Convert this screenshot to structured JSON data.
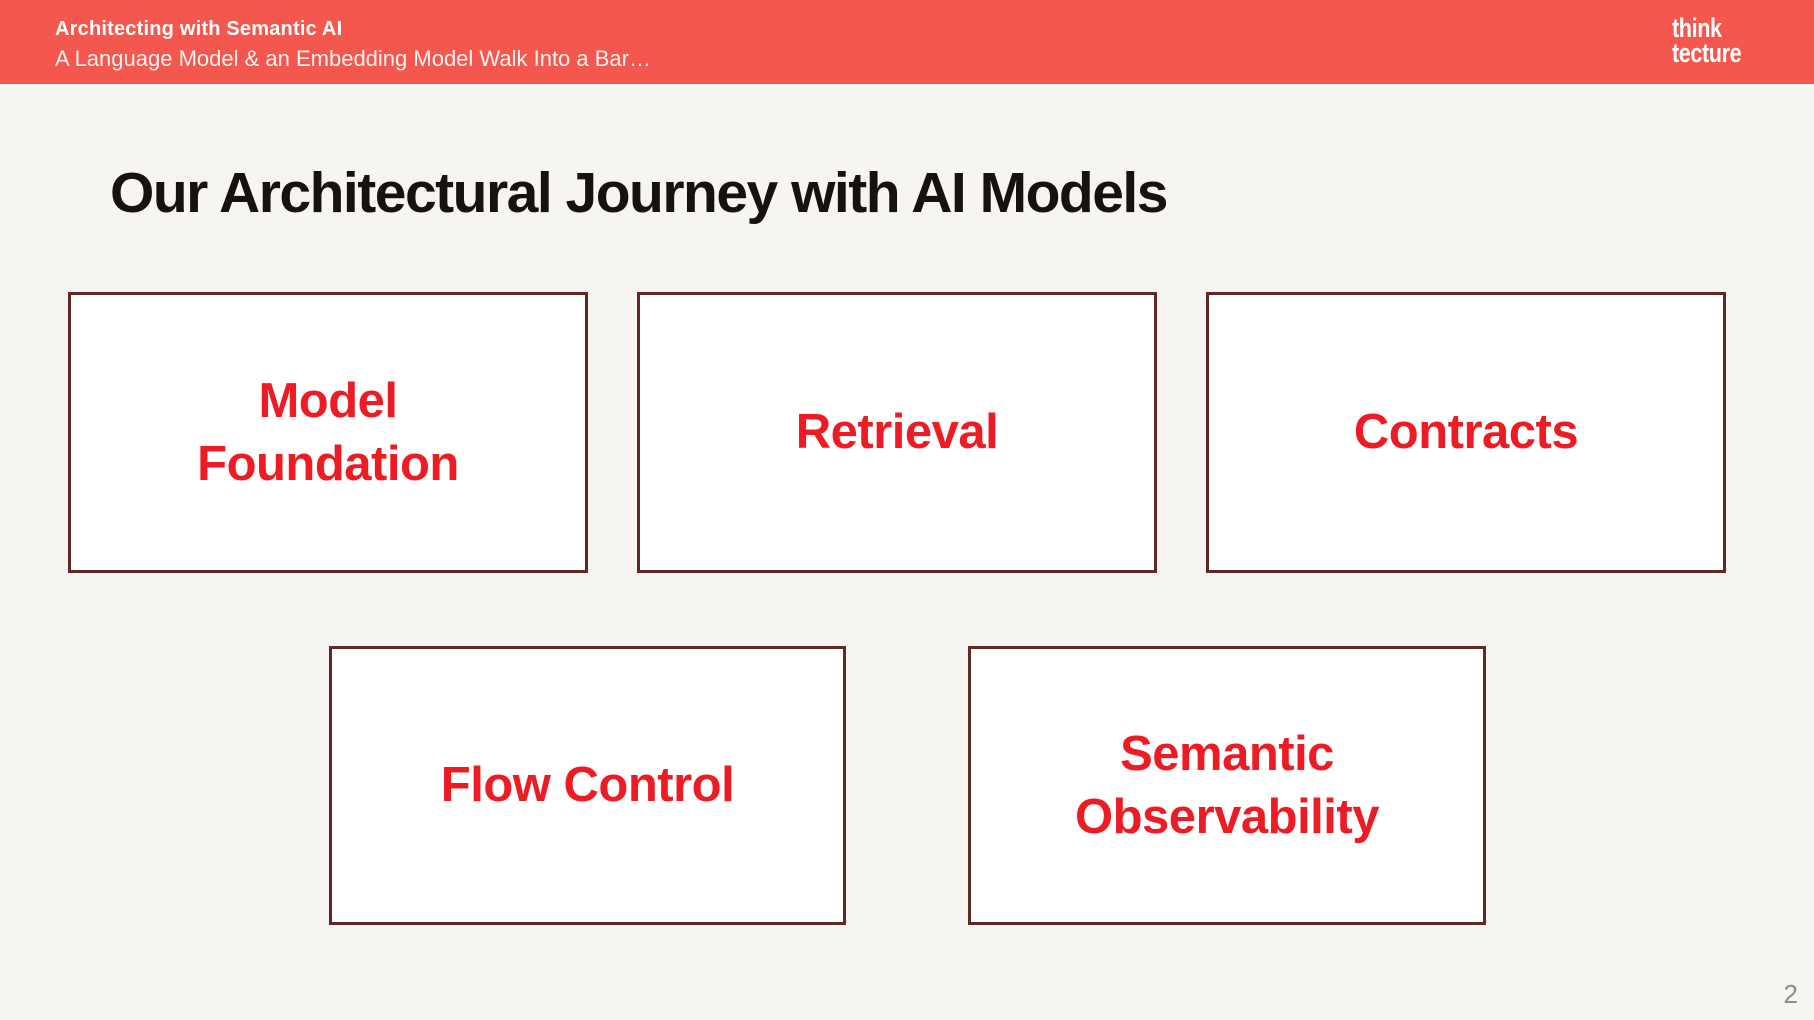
{
  "header": {
    "title": "Architecting with Semantic AI",
    "subtitle": "A Language Model & an Embedding Model Walk Into a Bar…",
    "logo": {
      "line1": "think",
      "line2": "tecture"
    }
  },
  "slide": {
    "title": "Our Architectural Journey with AI Models",
    "boxes": [
      {
        "name": "model-foundation",
        "lines": [
          "Model",
          "Foundation"
        ]
      },
      {
        "name": "retrieval",
        "lines": [
          "Retrieval"
        ]
      },
      {
        "name": "contracts",
        "lines": [
          "Contracts"
        ]
      },
      {
        "name": "flow-control",
        "lines": [
          "Flow Control"
        ]
      },
      {
        "name": "semantic-observability",
        "lines": [
          "Semantic",
          "Observability"
        ]
      }
    ],
    "page_number": "2"
  },
  "colors": {
    "header_bg": "#f4574d",
    "slide_bg": "#f7f5f2",
    "box_border": "#622826",
    "box_text": "#ed1c24",
    "title_text": "#16130f",
    "page_number_text": "#8b8b8b"
  }
}
